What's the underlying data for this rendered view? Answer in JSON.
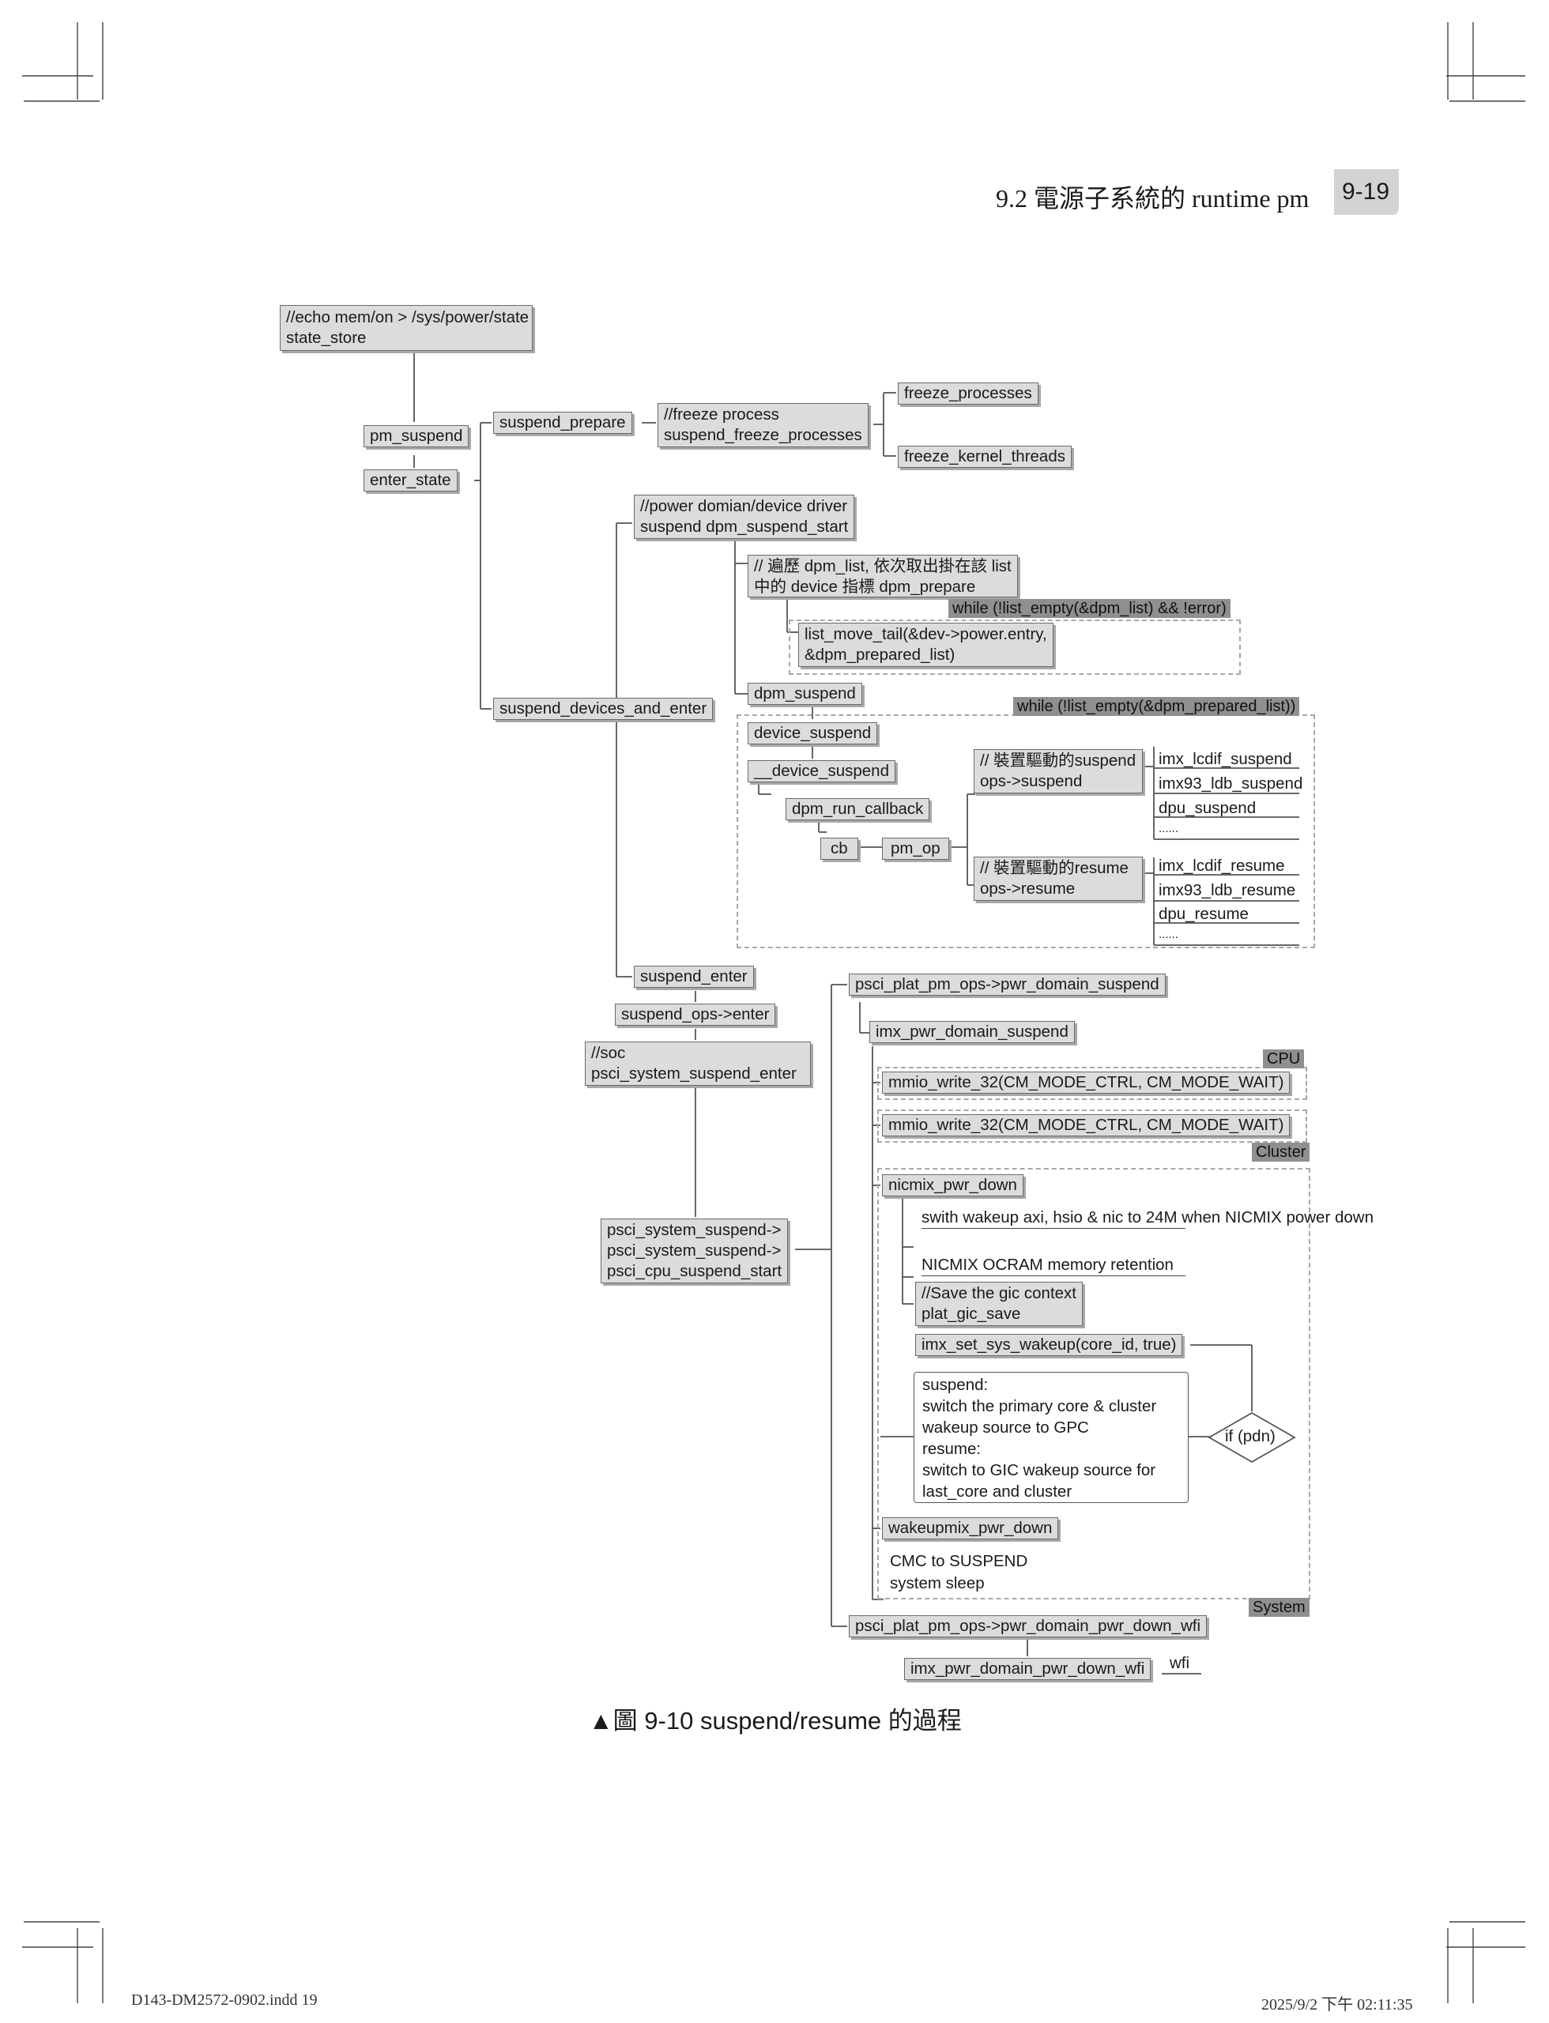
{
  "header": {
    "section": "9.2  電源子系統的 runtime pm",
    "page": "9-19"
  },
  "caption": "▲圖 9-10  suspend/resume 的過程",
  "footer": {
    "file": "D143-DM2572-0902.indd   19",
    "date": "2025/9/2   下午 02:11:35"
  },
  "nodes": {
    "echo": "//echo mem/on > /sys/power/state\nstate_store",
    "pm_suspend": "pm_suspend",
    "enter_state": "enter_state",
    "suspend_prepare": "suspend_prepare",
    "freeze_process": "//freeze process\nsuspend_freeze_processes",
    "freeze_processes": "freeze_processes",
    "freeze_kernel_threads": "freeze_kernel_threads",
    "dpm_suspend_start": "//power domian/device driver\nsuspend dpm_suspend_start",
    "dpm_list_comment": "// 遍歷 dpm_list, 依次取出掛在該 list\n中的 device 指標 dpm_prepare",
    "while_dpm_list": "while (!list_empty(&dpm_list) && !error)",
    "list_move_tail": "list_move_tail(&dev->power.entry,\n&dpm_prepared_list)",
    "suspend_devices_and_enter": "suspend_devices_and_enter",
    "dpm_suspend": "dpm_suspend",
    "while_prepared": "while (!list_empty(&dpm_prepared_list))",
    "device_suspend": "device_suspend",
    "__device_suspend": "__device_suspend",
    "dpm_run_callback": "dpm_run_callback",
    "cb": "cb",
    "pm_op": "pm_op",
    "ops_suspend": "// 裝置驅動的suspend\nops->suspend",
    "ops_resume": "// 裝置驅動的resume\nops->resume",
    "suspend_list": [
      "imx_lcdif_suspend",
      "imx93_ldb_suspend",
      "dpu_suspend",
      "......"
    ],
    "resume_list": [
      "imx_lcdif_resume",
      "imx93_ldb_resume",
      "dpu_resume",
      "......"
    ],
    "suspend_enter": "suspend_enter",
    "suspend_ops_enter": "suspend_ops->enter",
    "soc": "//soc\npsci_system_suspend_enter",
    "psci_chain": "psci_system_suspend->\npsci_system_suspend->\npsci_cpu_suspend_start",
    "pwr_domain_suspend": "psci_plat_pm_ops->pwr_domain_suspend",
    "imx_pwr_domain_suspend": "imx_pwr_domain_suspend",
    "cpu_tag": "CPU",
    "mmio_cpu": "mmio_write_32(CM_MODE_CTRL, CM_MODE_WAIT)",
    "mmio_cluster": "mmio_write_32(CM_MODE_CTRL, CM_MODE_WAIT)",
    "cluster_tag": "Cluster",
    "nicmix_pwr_down": "nicmix_pwr_down",
    "swith_wakeup": "swith wakeup axi, hsio & nic to 24M\nwhen NICMIX power down",
    "nicmix_ocram": "NICMIX OCRAM memory retention",
    "save_gic": "//Save the gic context\nplat_gic_save",
    "imx_set_sys_wakeup": "imx_set_sys_wakeup(core_id, true)",
    "suspend_resume_text": "suspend:\nswitch the primary core & cluster\nwakeup source to GPC\nresume:\nswitch to GIC wakeup source for\nlast_core and cluster",
    "if_pdn": "if (pdn)",
    "wakeupmix_pwr_down": "wakeupmix_pwr_down",
    "cmc_suspend": "CMC to SUSPEND",
    "system_sleep": "system sleep",
    "system_tag": "System",
    "pwr_down_wfi": "psci_plat_pm_ops->pwr_domain_pwr_down_wfi",
    "imx_pwr_down_wfi": "imx_pwr_domain_pwr_down_wfi",
    "wfi": "wfi"
  }
}
